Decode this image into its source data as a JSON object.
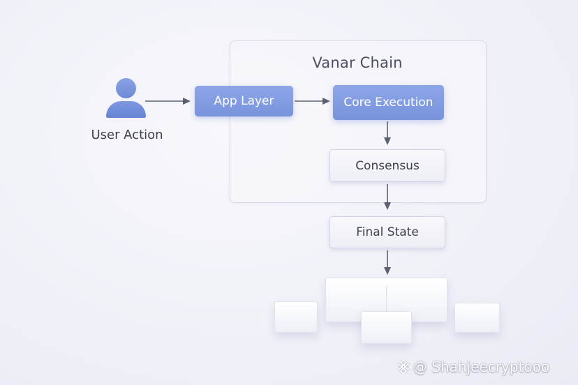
{
  "diagram": {
    "container": {
      "title": "Vanar Chain"
    },
    "user": {
      "label": "User Action",
      "icon": "user-icon"
    },
    "nodes": {
      "app_layer": "App Layer",
      "core_execution": "Core Execution",
      "consensus": "Consensus",
      "final_state": "Final State"
    },
    "colors": {
      "accent_blue": "#7e98e0",
      "arrow": "#5a6070",
      "text": "#3d4250"
    }
  },
  "watermark": {
    "text": "@ Shahjeecryptooo"
  }
}
